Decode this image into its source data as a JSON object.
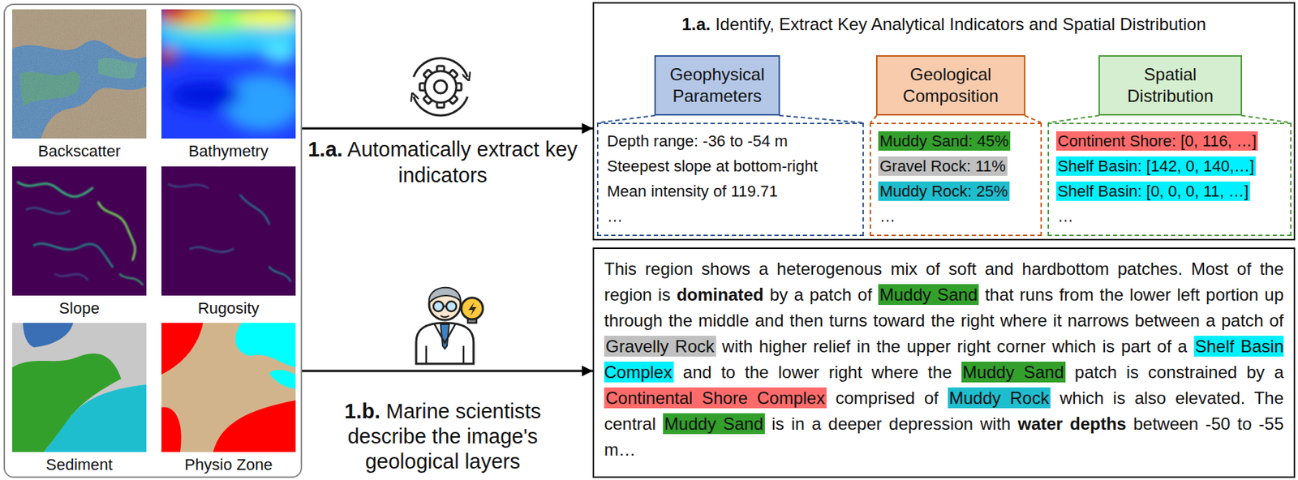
{
  "diagram": {
    "nodes": [
      {
        "text": []
      },
      {
        "text": [
          "Backscatter"
        ],
        "in": 0
      },
      {
        "text": [
          "Bathymetry"
        ],
        "in": 0
      },
      {
        "text": [
          "Slope"
        ],
        "in": 0
      },
      {
        "text": [
          "Rugosity"
        ],
        "in": 0
      },
      {
        "text": [
          "Sediment"
        ],
        "in": 0
      },
      {
        "text": [
          "Physio Zone"
        ],
        "in": 0
      },
      {
        "text": [
          "1.a. Identify, Extract Key Analytical Indicators and Spatial Distribution"
        ]
      },
      {
        "text": [
          "Geophysical Parameters"
        ],
        "in": 7
      },
      {
        "text": [
          "Geological Composition"
        ],
        "in": 7
      },
      {
        "text": [
          "Spatial Distribution"
        ],
        "in": 7
      },
      {
        "text": [
          "Depth range: -36 to -54 m",
          "Steepest slope at bottom-right",
          "Mean intensity of 119.71",
          "…"
        ],
        "in": 7
      },
      {
        "text": [
          "Muddy Sand: 45%",
          "Gravel Rock: 11%",
          "Muddy Rock: 25%",
          "…"
        ],
        "in": 7
      },
      {
        "text": [
          "Continent Shore: [0, 116, …]",
          "Shelf Basin: [142, 0, 140,…]",
          "Shelf Basin: [0, 0, 0, 11, …]",
          "…"
        ],
        "in": 7
      },
      {
        "text": [
          "This region shows a heterogenous mix of soft and hardbottom patches. Most of the region is",
          "dominated",
          "by a patch of",
          "Muddy Sand",
          "that runs from the lower left portion up through the middle and then turns toward the right where it narrows between a patch of",
          "Gravelly Rock",
          "with higher relief in the upper right corner which is part of a",
          "Shelf Basin Complex",
          "and to the lower right where the",
          "Muddy Sand",
          "patch is constrained by a",
          "Continental Shore Complex",
          "comprised of",
          "Muddy Rock",
          "which is also elevated. The central",
          "Muddy Sand",
          "is in a deeper depression with",
          "water depths",
          "between -50 to -55 m…"
        ]
      }
    ],
    "edges": [
      {
        "from": 0,
        "to": 7,
        "arrow": "to",
        "label": "1.a. Automatically extract key indicators"
      },
      {
        "from": 0,
        "to": 14,
        "arrow": "to",
        "label": "1.b. Marine scientists describe the image's geological layers"
      },
      {
        "from": 8,
        "to": 11,
        "arrow": "none"
      },
      {
        "from": 9,
        "to": 12,
        "arrow": "none"
      },
      {
        "from": 10,
        "to": 13,
        "arrow": "none"
      }
    ]
  }
}
